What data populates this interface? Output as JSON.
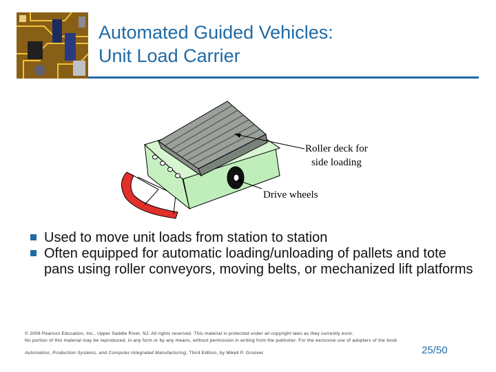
{
  "slide": {
    "title_line1": "Automated Guided Vehicles:",
    "title_line2": "Unit Load Carrier",
    "figure_callouts": {
      "roller_line1": "Roller deck for",
      "roller_line2": "side loading",
      "drive": "Drive wheels"
    },
    "bullets": [
      "Used to move unit loads from station to station",
      "Often equipped for automatic loading/unloading of pallets and tote pans using roller conveyors, moving belts, or mechanized lift platforms"
    ],
    "footer": {
      "copyright_line1": "© 2008 Pearson Education, Inc., Upper Saddle River, NJ.  All rights reserved.  This material is protected under all copyright laws as they currently exist.",
      "copyright_line2": "No portion of this material may be reproduced, in any form or by any means, without permission in writing from the publisher.  For the exclusive use of adopters of the book",
      "book_title": "Automation, Production Systems, and Computer-Integrated Manufacturing",
      "book_rest": ", Third Edition, by Mikell P. Groover."
    },
    "page_number": "25/50"
  },
  "colors": {
    "accent": "#1f6aa5",
    "vehicle_body": "#c9f0c4",
    "bumper": "#e0302a",
    "roller_deck": "#9aa09a"
  }
}
